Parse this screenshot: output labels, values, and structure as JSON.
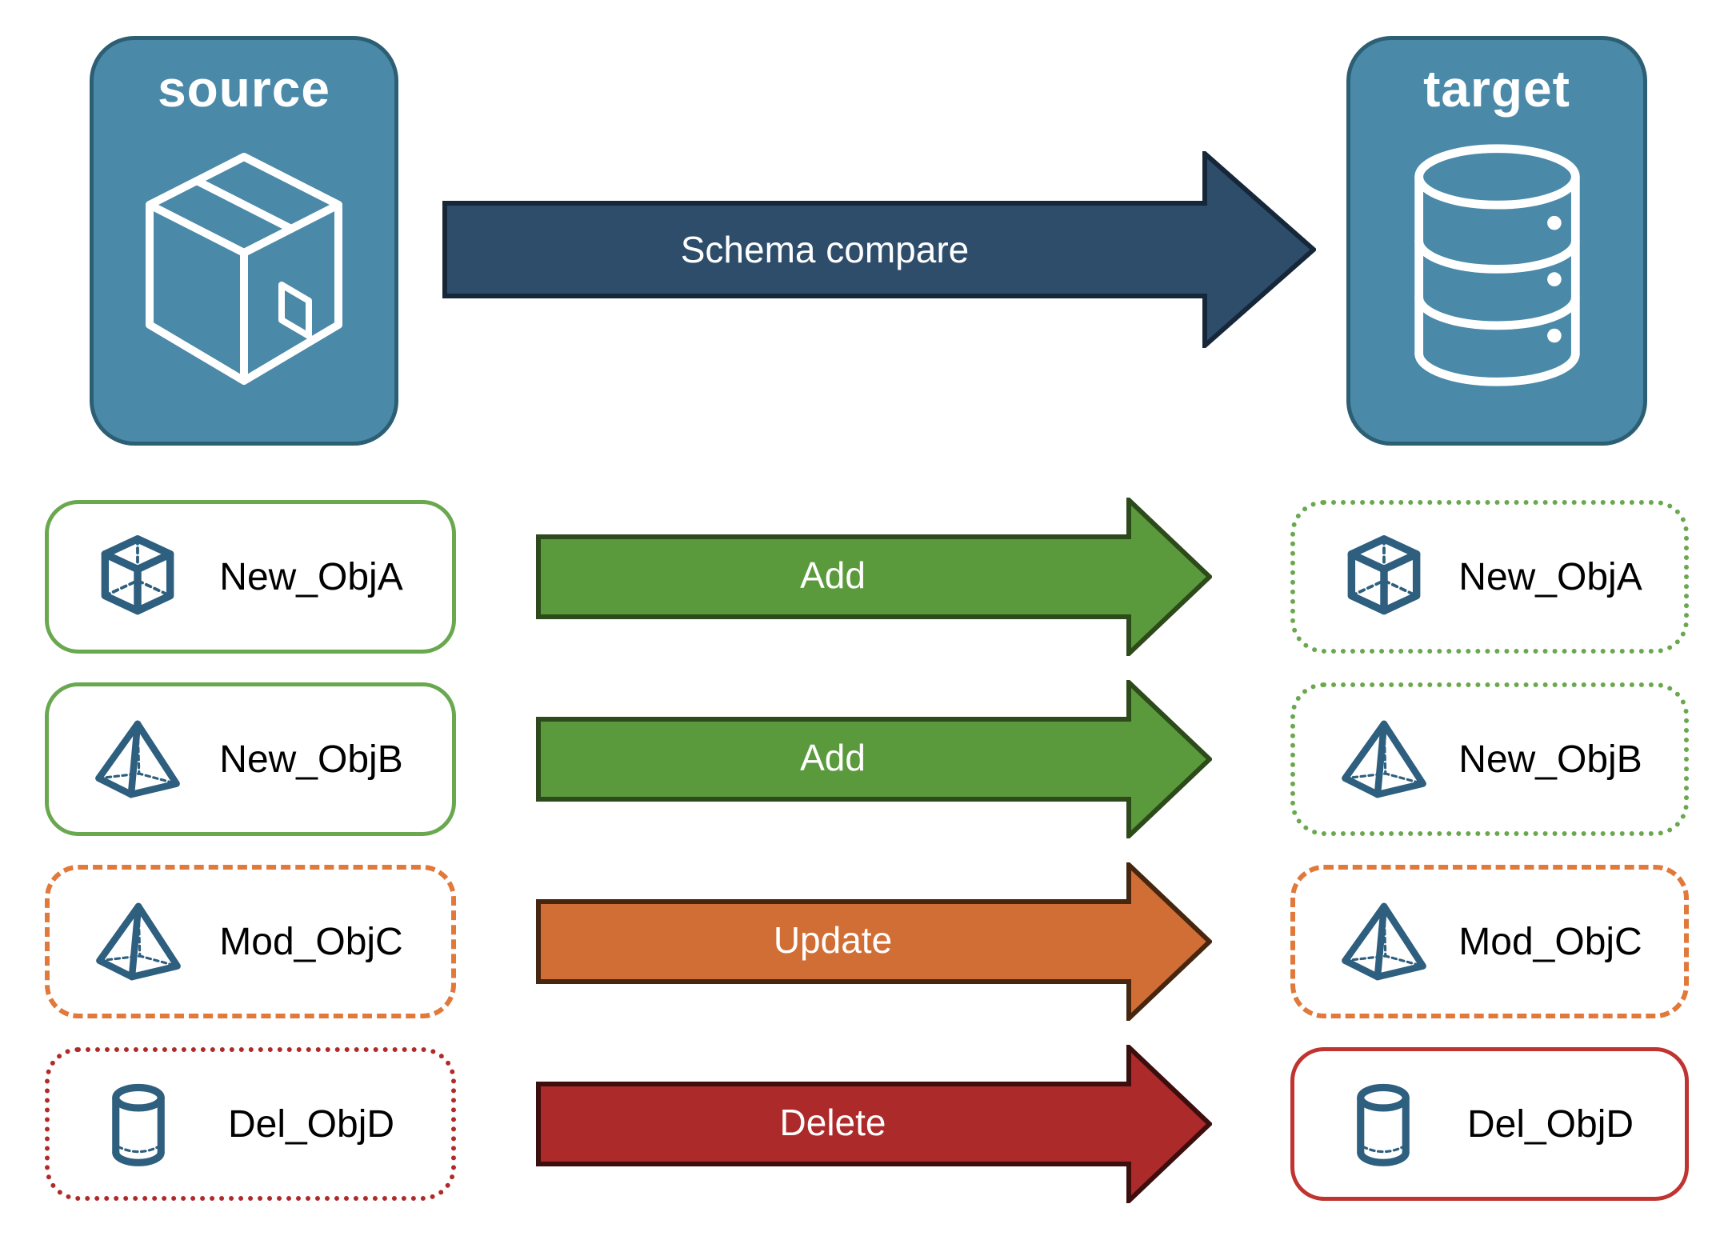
{
  "panels": {
    "source": {
      "title": "source",
      "icon": "package-box-icon"
    },
    "target": {
      "title": "target",
      "icon": "database-icon"
    }
  },
  "main_arrow": {
    "label": "Schema compare"
  },
  "rows": [
    {
      "left": {
        "label": "New_ObjA",
        "icon": "cube-icon",
        "border_style": "green-solid"
      },
      "arrow": {
        "label": "Add"
      },
      "right": {
        "label": "New_ObjA",
        "icon": "cube-icon",
        "border_style": "green-dotted"
      }
    },
    {
      "left": {
        "label": "New_ObjB",
        "icon": "pyramid-icon",
        "border_style": "green-solid"
      },
      "arrow": {
        "label": "Add"
      },
      "right": {
        "label": "New_ObjB",
        "icon": "pyramid-icon",
        "border_style": "green-dotted"
      }
    },
    {
      "left": {
        "label": "Mod_ObjC",
        "icon": "pyramid-icon",
        "border_style": "orange-dashed"
      },
      "arrow": {
        "label": "Update"
      },
      "right": {
        "label": "Mod_ObjC",
        "icon": "pyramid-icon",
        "border_style": "orange-dashed"
      }
    },
    {
      "left": {
        "label": "Del_ObjD",
        "icon": "cylinder-icon",
        "border_style": "red-dotted"
      },
      "arrow": {
        "label": "Delete"
      },
      "right": {
        "label": "Del_ObjD",
        "icon": "cylinder-icon",
        "border_style": "red-solid"
      }
    }
  ],
  "colors": {
    "panel_fill": "#4a89a8",
    "panel_border": "#2d5f74",
    "object_icon_blue": "#2e5f7f",
    "schema_arrow_fill": "#2e4d6b",
    "schema_arrow_stroke": "#16273a",
    "add_arrow_fill": "#5b9a3c",
    "add_arrow_stroke": "#2c4a1a",
    "update_arrow_fill": "#d16e35",
    "update_arrow_stroke": "#46260f",
    "delete_arrow_fill": "#ac2a29",
    "delete_arrow_stroke": "#3c0e0e",
    "green_border": "#6aa84f",
    "orange_border": "#e0793a",
    "red_border_dotted": "#b02a2a",
    "red_border_solid": "#bf3430"
  }
}
